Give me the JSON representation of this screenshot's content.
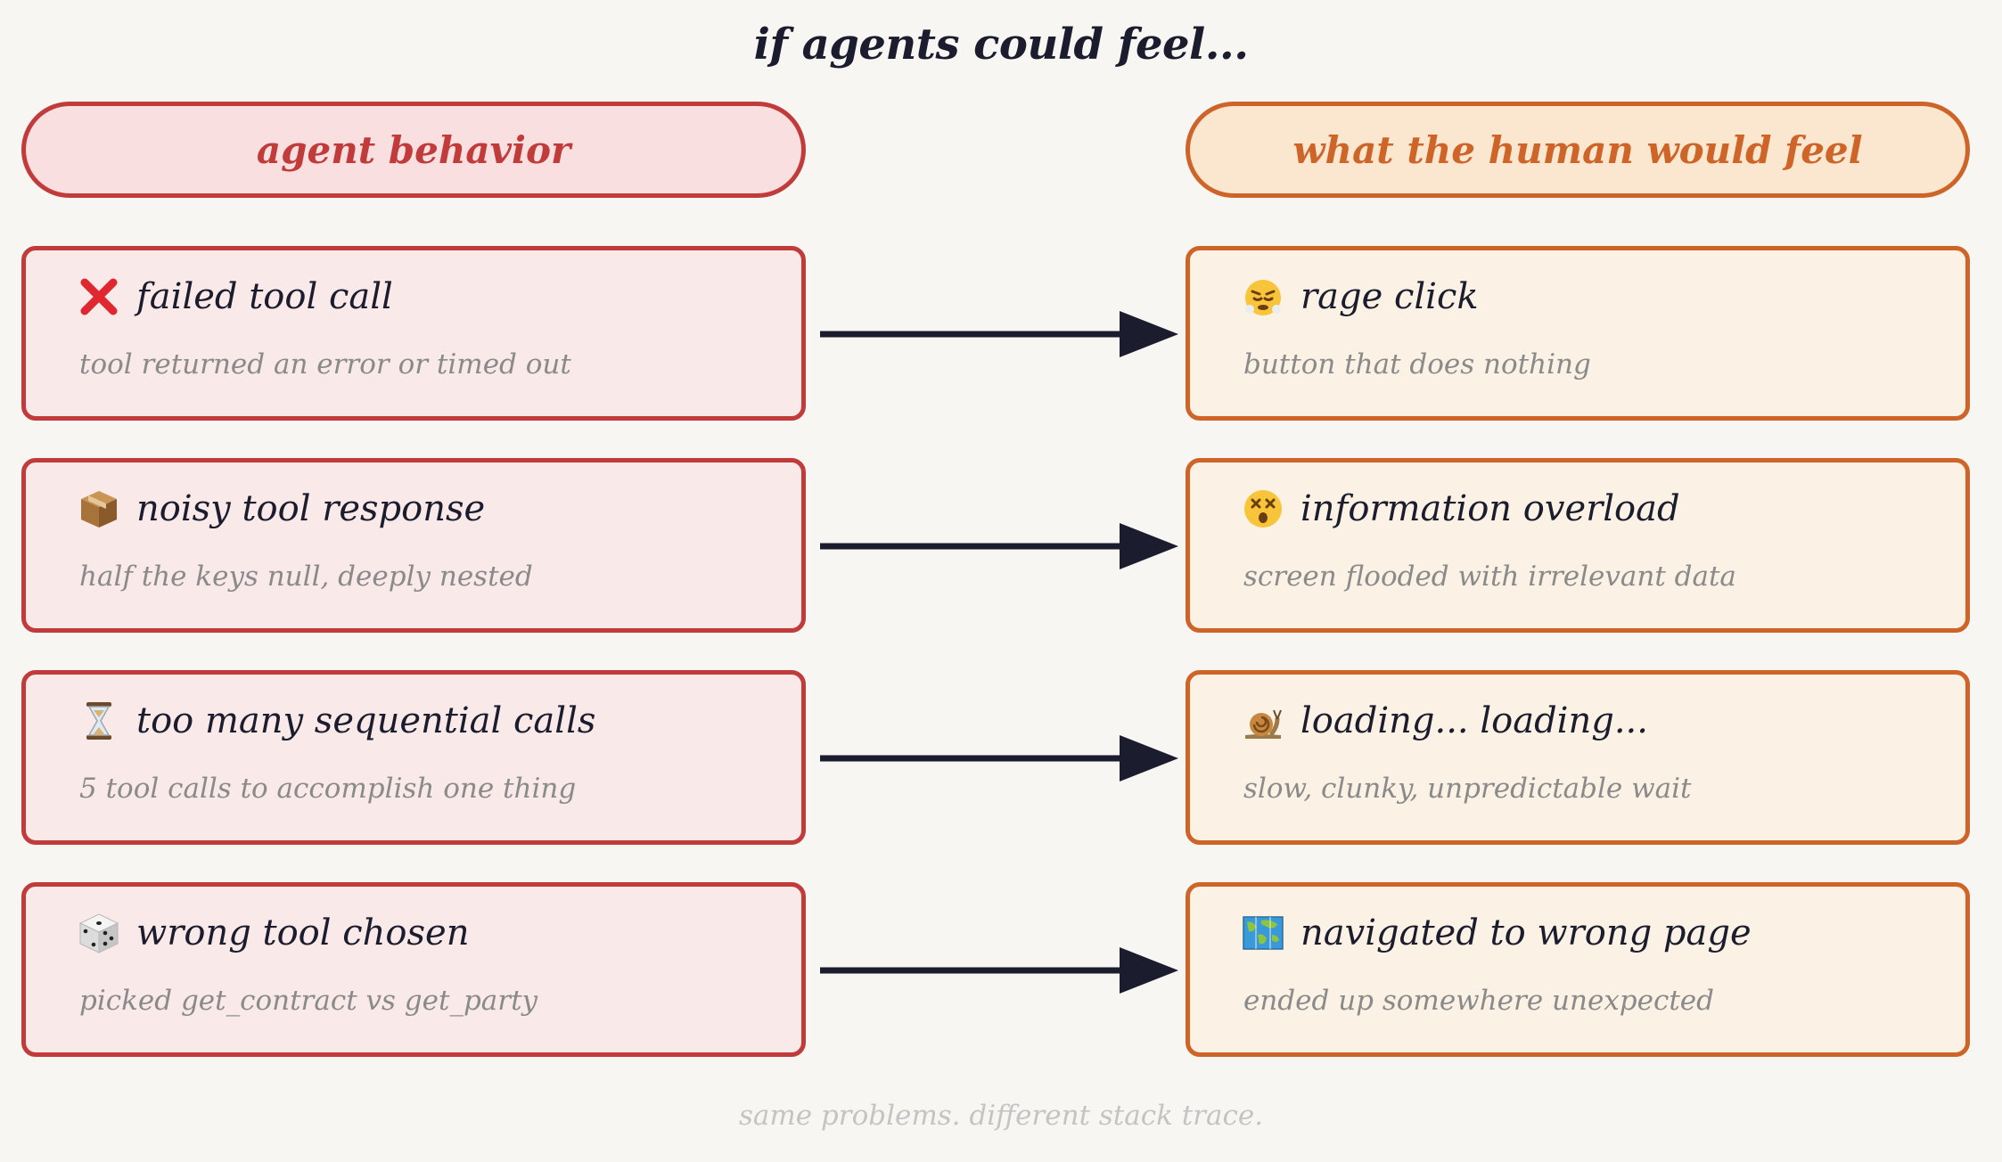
{
  "title": "if agents could feel...",
  "headers": {
    "left": "agent behavior",
    "right": "what the human would feel"
  },
  "rows": [
    {
      "agent": {
        "icon": "cross-mark-icon",
        "title": "failed tool call",
        "desc": "tool returned an error or timed out"
      },
      "human": {
        "icon": "steaming-face-icon",
        "title": "rage click",
        "desc": "button that does nothing"
      }
    },
    {
      "agent": {
        "icon": "package-icon",
        "title": "noisy tool response",
        "desc": "half the keys null, deeply nested"
      },
      "human": {
        "icon": "dizzy-face-icon",
        "title": "information overload",
        "desc": "screen flooded with irrelevant data"
      }
    },
    {
      "agent": {
        "icon": "hourglass-icon",
        "title": "too many sequential calls",
        "desc": "5 tool calls to accomplish one thing"
      },
      "human": {
        "icon": "snail-icon",
        "title": "loading... loading...",
        "desc": "slow, clunky, unpredictable wait"
      }
    },
    {
      "agent": {
        "icon": "die-icon",
        "title": "wrong tool chosen",
        "desc": "picked get_contract vs get_party"
      },
      "human": {
        "icon": "map-icon",
        "title": "navigated to wrong page",
        "desc": "ended up somewhere unexpected"
      }
    }
  ],
  "footer": "same problems. different stack trace.",
  "colors": {
    "background": "#f8f6f3",
    "agent_accent": "#c23b3b",
    "agent_fill": "#f9e9e8",
    "human_accent": "#cf6428",
    "human_fill": "#fbf1e4",
    "arrow": "#1b1c2e",
    "muted_text": "#8a8a8a"
  }
}
